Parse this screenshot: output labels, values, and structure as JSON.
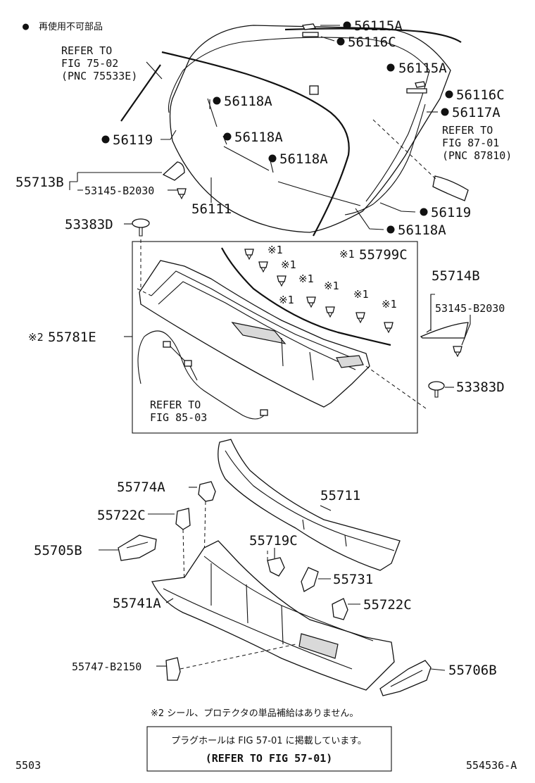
{
  "legend": {
    "bullet": "●",
    "text": "再使用不可部品"
  },
  "refers": {
    "fig7502": [
      "REFER TO",
      "FIG 75-02",
      "(PNC 75533E)"
    ],
    "fig8701": [
      "REFER TO",
      "FIG 87-01",
      "(PNC 87810)"
    ],
    "fig8503": [
      "REFER TO",
      "FIG 85-03"
    ]
  },
  "labels": {
    "p56115A_1": "56115A",
    "p56116C_1": "56116C",
    "p56115A_2": "56115A",
    "p56116C_2": "56116C",
    "p56117A": "56117A",
    "p56118A_1": "56118A",
    "p56118A_2": "56118A",
    "p56118A_3": "56118A",
    "p56118A_4": "56118A",
    "p56119_1": "56119",
    "p56119_2": "56119",
    "p56111": "56111",
    "p55713B": "55713B",
    "p53145B2030_1": "53145-B2030",
    "p53383D_1": "53383D",
    "p55799C": "55799C",
    "p55714B": "55714B",
    "p53145B2030_2": "53145-B2030",
    "p55781E": "55781E",
    "p53383D_2": "53383D",
    "p55774A": "55774A",
    "p55711": "55711",
    "p55722C_1": "55722C",
    "p55705B": "55705B",
    "p55719C": "55719C",
    "p55731": "55731",
    "p55741A": "55741A",
    "p55722C_2": "55722C",
    "p55747B2150": "55747-B2150",
    "p55706B": "55706B"
  },
  "marks": {
    "star1": "※1",
    "star2": "※2"
  },
  "footnote": "※2 シール、プロテクタの単品補給はありません。",
  "note_box": {
    "line1": "プラグホールは FIG 57-01 に掲載しています。",
    "line2": "(REFER TO FIG 57-01)"
  },
  "footer": {
    "left": "5503",
    "right": "554536-A"
  }
}
